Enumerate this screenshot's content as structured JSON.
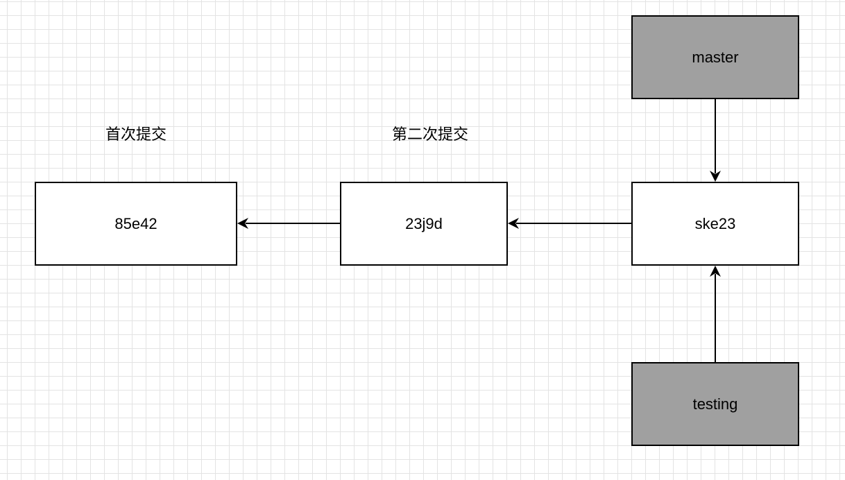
{
  "commits": [
    {
      "id": "85e42",
      "caption": "首次提交"
    },
    {
      "id": "23j9d",
      "caption": "第二次提交"
    },
    {
      "id": "ske23"
    }
  ],
  "branches": [
    {
      "name": "master"
    },
    {
      "name": "testing"
    }
  ],
  "edges": [
    {
      "from": "ske23",
      "to": "23j9d"
    },
    {
      "from": "23j9d",
      "to": "85e42"
    },
    {
      "from": "master",
      "to": "ske23"
    },
    {
      "from": "testing",
      "to": "ske23"
    }
  ]
}
